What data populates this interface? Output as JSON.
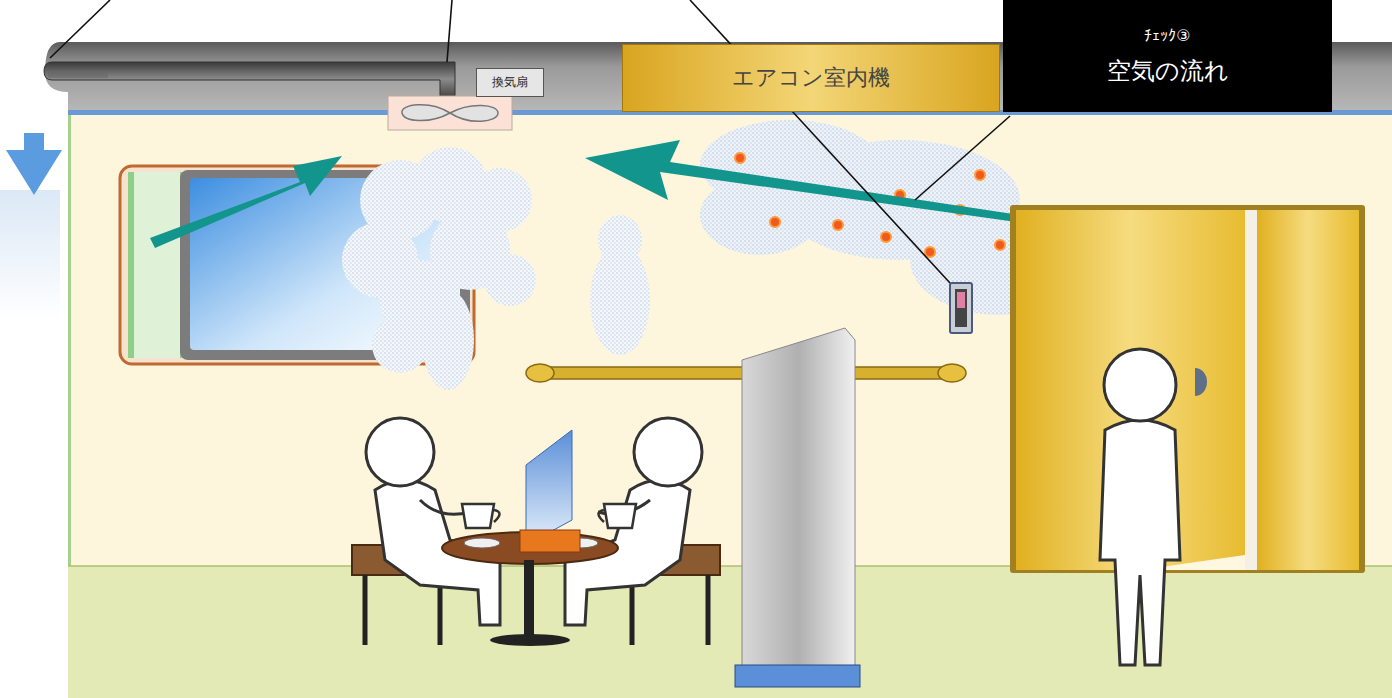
{
  "diagram": {
    "nodes": [
      {
        "text": [
          "換気扇"
        ]
      },
      {
        "text": [
          "エアコン室内機"
        ]
      },
      {
        "text": [
          "ﾁｪｯｸ③",
          "空気の流れ"
        ]
      }
    ]
  }
}
